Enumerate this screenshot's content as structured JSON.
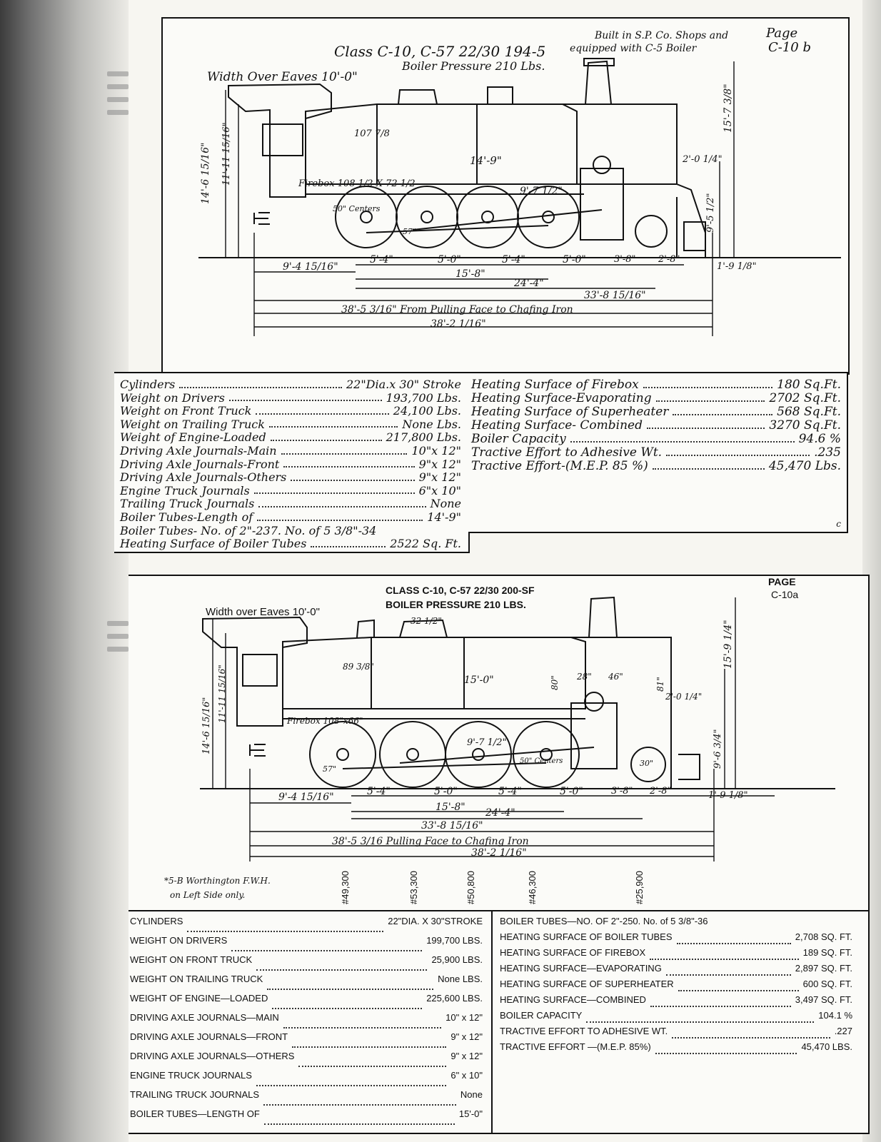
{
  "panel1": {
    "title": "Class C-10, C-57 22/30 194-5",
    "pressure": "Boiler Pressure 210 Lbs.",
    "built_note_1": "Built in S.P. Co. Shops and",
    "built_note_2": "equipped with C-5 Boiler",
    "page_ref_1": "Page",
    "page_ref_2": "C-10 b",
    "eaves": "Width Over Eaves 10'-0\"",
    "firebox": "Firebox 108 1/2 X 72 1/2",
    "dim_boiler_len": "14'-9\"",
    "dim_107": "107 7/8",
    "dim_centers": "50\" Centers",
    "dim_97": "9'-7 1/2\"",
    "dim_height1": "15'-7 3/8\"",
    "dim_height2": "14'-6 15/16\"",
    "dim_height3": "11'-11 15/16\"",
    "dim_952": "9'-5 1/2\"",
    "dim_201": "2'-0 1/4\"",
    "dim_wheel": "57\"",
    "dim_930": "9'-4 15/16\"",
    "dim_54a": "5'-4\"",
    "dim_50a": "5'-0\"",
    "dim_54b": "5'-4\"",
    "dim_50b": "5'-0\"",
    "dim_38": "3'-8\"",
    "dim_28": "2'-8\"",
    "dim_191": "1'-9 1/8\"",
    "dim_158": "15'-8\"",
    "dim_244": "24'-4\"",
    "dim_338": "33'-8 15/16\"",
    "dim_pulling": "38'-5 3/16\" From Pulling Face to Chafing Iron",
    "dim_total": "38'-2 1/16\"",
    "corner": "c",
    "specs_left": [
      {
        "label": "Cylinders",
        "value": "22\"Dia.x 30\" Stroke"
      },
      {
        "label": "Weight on Drivers",
        "value": "193,700 Lbs."
      },
      {
        "label": "Weight on Front Truck",
        "value": "24,100 Lbs."
      },
      {
        "label": "Weight on Trailing Truck",
        "value": "None Lbs."
      },
      {
        "label": "Weight of Engine-Loaded",
        "value": "217,800 Lbs."
      },
      {
        "label": "Driving Axle Journals-Main",
        "value": "10\"x 12\""
      },
      {
        "label": "Driving Axle Journals-Front",
        "value": "9\"x 12\""
      },
      {
        "label": "Driving Axle Journals-Others",
        "value": "9\"x 12\""
      },
      {
        "label": "Engine Truck Journals",
        "value": "6\"x 10\""
      },
      {
        "label": "Trailing Truck Journals",
        "value": "None"
      },
      {
        "label": "Boiler Tubes-Length of",
        "value": "14'-9\""
      },
      {
        "label": "Boiler Tubes- No. of 2\"-237. No. of 5 3/8\"-34",
        "value": ""
      },
      {
        "label": "Heating Surface of Boiler Tubes",
        "value": "2522 Sq. Ft."
      }
    ],
    "specs_right": [
      {
        "label": "Heating Surface of Firebox",
        "value": "180 Sq.Ft."
      },
      {
        "label": "Heating Surface-Evaporating",
        "value": "2702 Sq.Ft."
      },
      {
        "label": "Heating Surface of Superheater",
        "value": "568 Sq.Ft."
      },
      {
        "label": "Heating Surface- Combined",
        "value": "3270 Sq.Ft."
      },
      {
        "label": "Boiler Capacity",
        "value": "94.6 %"
      },
      {
        "label": "Tractive Effort to Adhesive Wt.",
        "value": ".235"
      },
      {
        "label": "Tractive Effort-(M.E.P. 85 %)",
        "value": "45,470 Lbs."
      }
    ]
  },
  "panel2": {
    "title": "CLASS C-10, C-57 22/30 200-SF",
    "pressure": "BOILER PRESSURE 210 LBS.",
    "page_ref_1": "PAGE",
    "page_ref_2": "C-10a",
    "eaves": "Width over Eaves 10'-0\"",
    "firebox": "Firebox 108\"x66\"",
    "dim_boiler_len": "15'-0\"",
    "dim_centers": "50\" Centers",
    "dim_97": "9'-7 1/2\"",
    "dim_height1": "15'-9 1/4\"",
    "dim_height2": "14'-6 15/16\"",
    "dim_height3": "11'-11 15/16\"",
    "dim_963": "9'-6 3/4\"",
    "dim_201": "2'-0 1/4\"",
    "dim_wheel": "57\"",
    "dim_trail_wheel": "30\"",
    "dim_28b": "28\"",
    "dim_46": "46\"",
    "dim_80": "80\"",
    "dim_81": "81\"",
    "dim_3212": "32 1/2\"",
    "dim_898": "89 3/8\"",
    "dim_930": "9'-4 15/16\"",
    "dim_54a": "5'-4\"",
    "dim_50a": "5'-0\"",
    "dim_54b": "5'-4\"",
    "dim_50b": "5'-0\"",
    "dim_38": "3'-8\"",
    "dim_28": "2'-8\"",
    "dim_191": "1'-9 1/8\"",
    "dim_158": "15'-8\"",
    "dim_244": "24'-4\"",
    "dim_338": "33'-8 15/16\"",
    "dim_pulling": "38'-5 3/16 Pulling Face to Chafing Iron",
    "dim_total": "38'-2 1/16\"",
    "weights": [
      "#49,300",
      "#53,300",
      "#50,800",
      "#46,300",
      "#25,900"
    ],
    "note_1": "*5-B Worthington F.W.H.",
    "note_2": "on Left Side only.",
    "specs_left": [
      {
        "label": "CYLINDERS",
        "value": "22\"DIA. X 30\"STROKE"
      },
      {
        "label": "WEIGHT ON DRIVERS",
        "value": "199,700 LBS."
      },
      {
        "label": "WEIGHT ON FRONT TRUCK",
        "value": "25,900 LBS."
      },
      {
        "label": "WEIGHT ON TRAILING TRUCK",
        "value": "None LBS."
      },
      {
        "label": "WEIGHT OF ENGINE—LOADED",
        "value": "225,600 LBS."
      },
      {
        "label": "DRIVING AXLE JOURNALS—MAIN",
        "value": "10\" x 12\""
      },
      {
        "label": "DRIVING AXLE JOURNALS—FRONT",
        "value": "9\" x 12\""
      },
      {
        "label": "DRIVING AXLE JOURNALS—OTHERS",
        "value": "9\" x 12\""
      },
      {
        "label": "ENGINE TRUCK JOURNALS",
        "value": "6\" x 10\""
      },
      {
        "label": "TRAILING TRUCK JOURNALS",
        "value": "None"
      },
      {
        "label": "BOILER TUBES—LENGTH OF",
        "value": "15'-0\""
      }
    ],
    "specs_right": [
      {
        "label": "BOILER TUBES—NO. OF 2\"-250. No. of 5 3/8\"-36",
        "value": ""
      },
      {
        "label": "HEATING SURFACE OF BOILER TUBES",
        "value": "2,708 SQ. FT."
      },
      {
        "label": "HEATING SURFACE OF FIREBOX",
        "value": "189 SQ. FT."
      },
      {
        "label": "HEATING SURFACE—EVAPORATING",
        "value": "2,897 SQ. FT."
      },
      {
        "label": "HEATING SURFACE OF SUPERHEATER",
        "value": "600 SQ. FT."
      },
      {
        "label": "HEATING SURFACE—COMBINED",
        "value": "3,497 SQ. FT."
      },
      {
        "label": "BOILER CAPACITY",
        "value": "104.1 %"
      },
      {
        "label": "TRACTIVE EFFORT TO ADHESIVE WT.",
        "value": ".227"
      },
      {
        "label": "TRACTIVE EFFORT —(M.E.P. 85%)",
        "value": "45,470 LBS."
      }
    ]
  }
}
